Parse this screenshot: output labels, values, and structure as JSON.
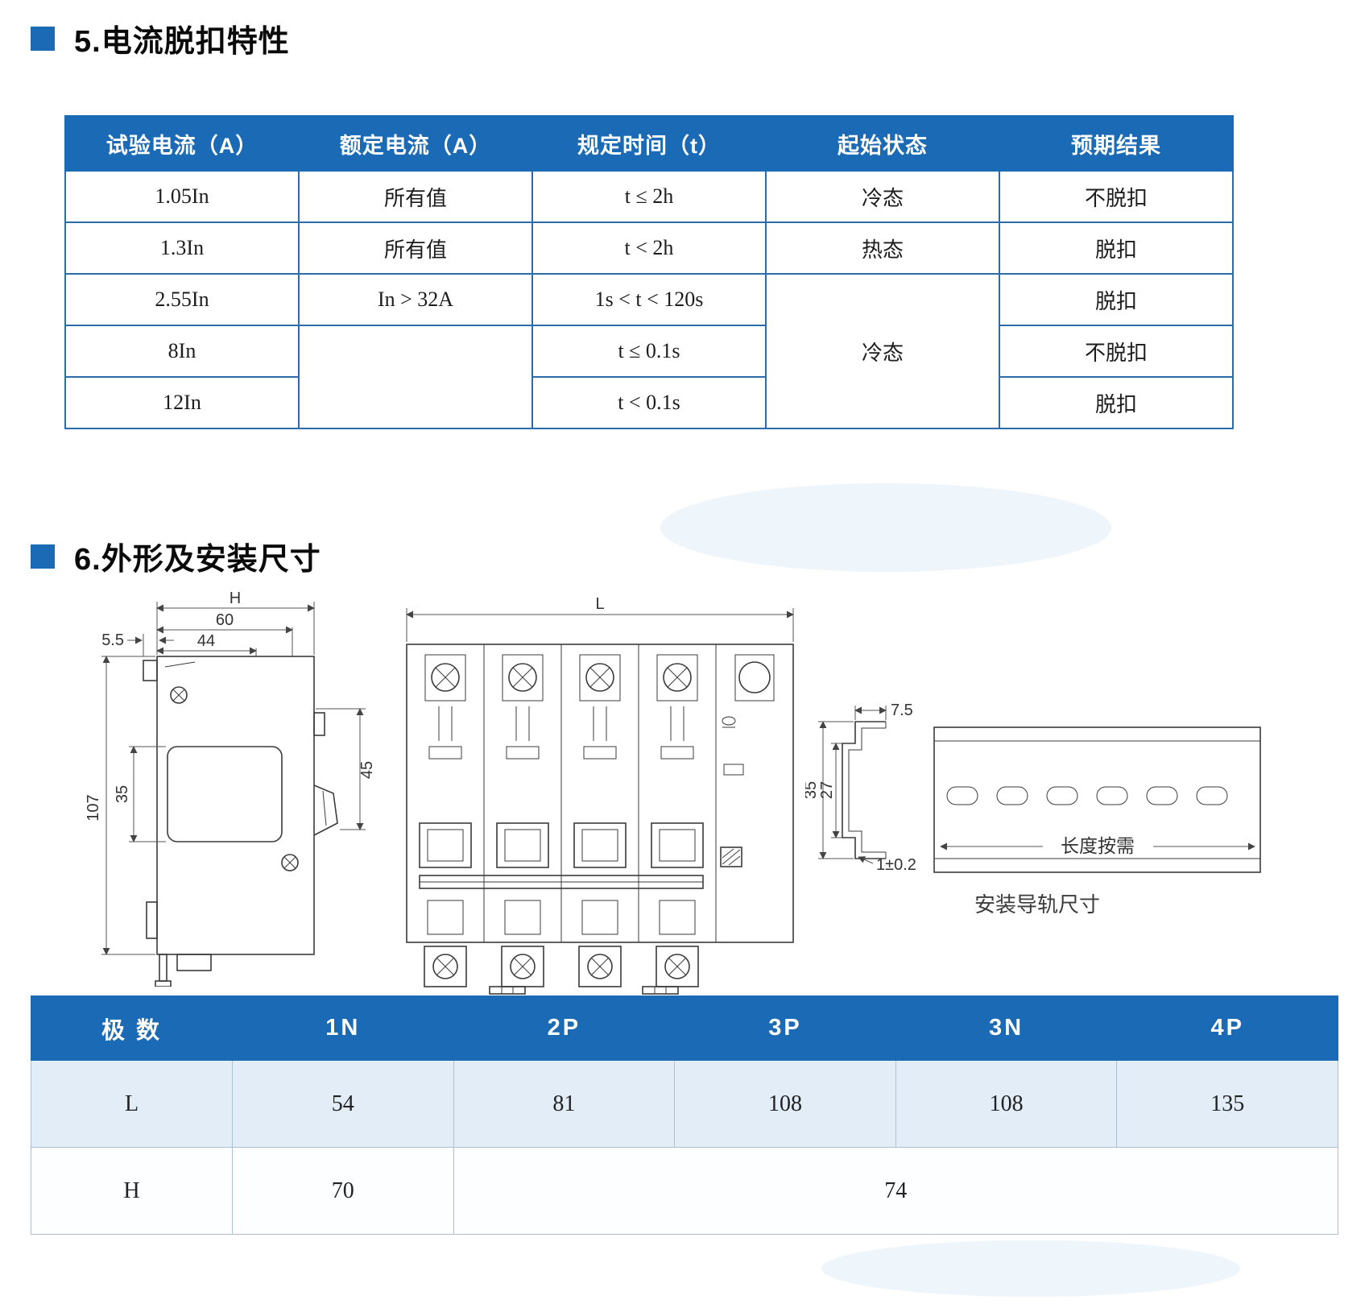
{
  "accent": "#1b6ab5",
  "section5": {
    "title": "5.电流脱扣特性",
    "table": {
      "headers": [
        "试验电流（A）",
        "额定电流（A）",
        "规定时间（t）",
        "起始状态",
        "预期结果"
      ],
      "rows": {
        "r0": {
          "test": "1.05In",
          "rated": "所有值",
          "time": "t ≤ 2h",
          "state": "冷态",
          "result": "不脱扣"
        },
        "r1": {
          "test": "1.3In",
          "rated": "所有值",
          "time": "t < 2h",
          "state": "热态",
          "result": "脱扣"
        },
        "r2": {
          "test": "2.55In",
          "rated": "In > 32A",
          "time": "1s < t < 120s",
          "state": "冷态",
          "result": "脱扣"
        },
        "r3": {
          "test": "8In",
          "rated": "",
          "time": "t ≤ 0.1s",
          "result": "不脱扣"
        },
        "r4": {
          "test": "12In",
          "time": "t < 0.1s",
          "result": "脱扣"
        }
      }
    }
  },
  "section6": {
    "title": "6.外形及安装尺寸",
    "drawings": {
      "side": {
        "dim_h": "H",
        "dim_60": "60",
        "dim_44": "44",
        "dim_5_5": "5.5",
        "dim_35": "35",
        "dim_107": "107",
        "dim_45": "45"
      },
      "front": {
        "dim_l": "L"
      },
      "rail": {
        "dim_7_5": "7.5",
        "dim_35": "35",
        "dim_27": "27",
        "dim_thick": "1±0.2",
        "length_note": "长度按需",
        "caption": "安装导轨尺寸"
      }
    },
    "table": {
      "headers": [
        "极 数",
        "1N",
        "2P",
        "3P",
        "3N",
        "4P"
      ],
      "row_l": {
        "label": "L",
        "n1": "54",
        "p2": "81",
        "p3": "108",
        "n3": "108",
        "p4": "135"
      },
      "row_h": {
        "label": "H",
        "n1": "70",
        "rest": "74"
      }
    }
  }
}
